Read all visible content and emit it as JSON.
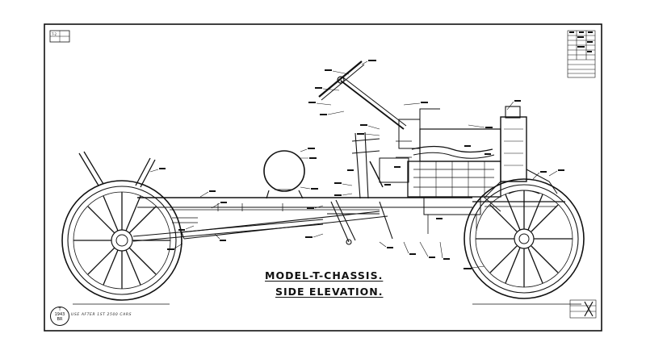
{
  "drawing": {
    "title_line1": "MODEL-T-CHASSIS.",
    "title_line2": "SIDE ELEVATION.",
    "note": "USE AFTER 1ST 2500 CARS",
    "corner_badge": {
      "line1": "T",
      "line2": "1943",
      "line3": "BR"
    },
    "stamp_top_left": "T-2",
    "colors": {
      "ink": "#111111",
      "paper": "#ffffff"
    }
  }
}
